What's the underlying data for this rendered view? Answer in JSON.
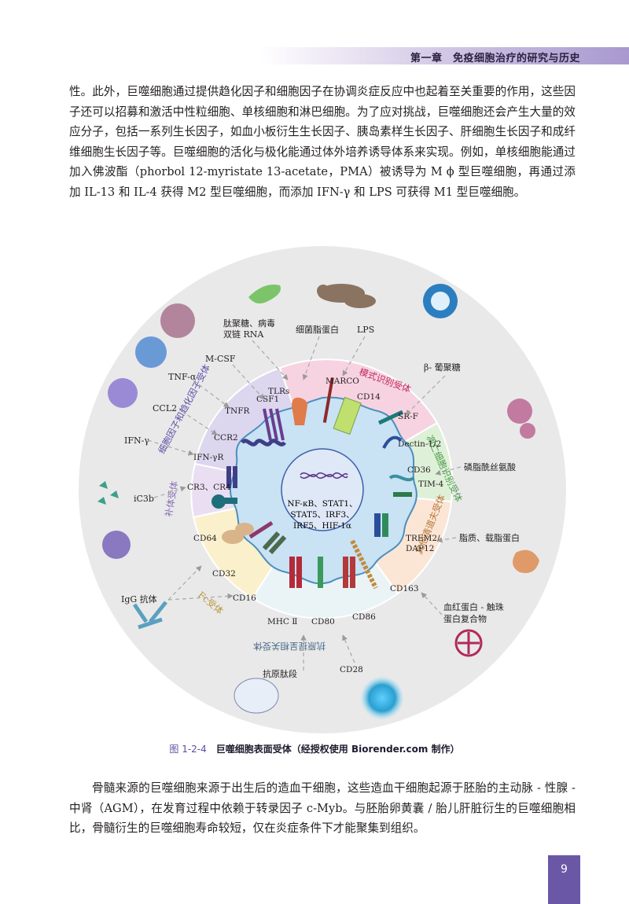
{
  "header": {
    "chapter_title": "第一章　免疫细胞治疗的研究与历史"
  },
  "paragraphs": {
    "p1": "性。此外，巨噬细胞通过提供趋化因子和细胞因子在协调炎症反应中也起着至关重要的作用，这些因子还可以招募和激活中性粒细胞、单核细胞和淋巴细胞。为了应对挑战，巨噬细胞还会产生大量的效应分子，包括一系列生长因子，如血小板衍生生长因子、胰岛素样生长因子、肝细胞生长因子和成纤维细胞生长因子等。巨噬细胞的活化与极化能通过体外培养诱导体系来实现。例如，单核细胞能通过加入佛波酯（phorbol 12-myristate 13-acetate，PMA）被诱导为 M ϕ 型巨噬细胞，再通过添加 IL-13 和 IL-4 获得 M2 型巨噬细胞，而添加 IFN-γ 和 LPS 可获得 M1 型巨噬细胞。",
    "p2": "骨髓来源的巨噬细胞来源于出生后的造血干细胞，这些造血干细胞起源于胚胎的主动脉 - 性腺 - 中肾（AGM），在发育过程中依赖于转录因子 c-Myb。与胚胎卵黄囊 / 胎儿肝脏衍生的巨噬细胞相比，骨髓衍生的巨噬细胞寿命较短，仅在炎症条件下才能聚集到组织。"
  },
  "figure": {
    "nucleus_text": [
      "NF-κB、STAT1、",
      "STAT5、IRF3、",
      "IRF5、HIF-1α"
    ],
    "sectors": {
      "prr": "模式识别受体",
      "cytokine": "细胞因子和趋化因子受体",
      "apoptotic": "凋亡细胞识别受体",
      "complement": "补体受体",
      "scavenger": "其他清道夫受体",
      "fc": "Fc受体",
      "antigen": "抗原提呈相关受体"
    },
    "receptors": {
      "tlrs": "TLRs",
      "marco": "MARCO",
      "cd14": "CD14",
      "csf1": "CSF1",
      "tnfr": "TNFR",
      "ccr2": "CCR2",
      "ifngr": "IFN-γR",
      "cr3cr4": "CR3、CR4",
      "srf": "SR-F",
      "dectin": "Dectin-1/2",
      "cd36": "CD36",
      "tim4": "TIM-4",
      "trem2": "TREM2/",
      "dap12": "DAP12",
      "cd64": "CD64",
      "cd32": "CD32",
      "cd16": "CD16",
      "mhc2": "MHC Ⅱ",
      "cd80": "CD80",
      "cd86": "CD86",
      "cd163": "CD163",
      "cd28": "CD28"
    },
    "ligands": {
      "pamp1": "肽聚糖、病毒",
      "pamp2": "双链 RNA",
      "lipoprotein": "细菌脂蛋白",
      "lps": "LPS",
      "glucan": "β- 葡聚糖",
      "mcsf": "M-CSF",
      "tnfa": "TNF-α",
      "ccl2": "CCL2",
      "ifng": "IFN-γ",
      "ic3b": "iC3b",
      "ps": "磷脂酰丝氨酸",
      "lipid": "脂质、载脂蛋白",
      "igg": "IgG 抗体",
      "hb1": "血红蛋白 - 触珠",
      "hb2": "蛋白复合物",
      "peptide": "抗原肽段"
    }
  },
  "caption": {
    "number": "图 1-2-4",
    "text": "巨噬细胞表面受体（经授权使用 Biorender.com 制作）"
  },
  "page_number": "9",
  "colors": {
    "accent": "#6a58a6",
    "prr_sector": "#f7d3e1",
    "cytokine_sector": "#dcd6ee",
    "apoptotic_sector": "#dff0d8",
    "scavenger_sector": "#fbe6d6",
    "cell_body": "#c9e2f4"
  }
}
